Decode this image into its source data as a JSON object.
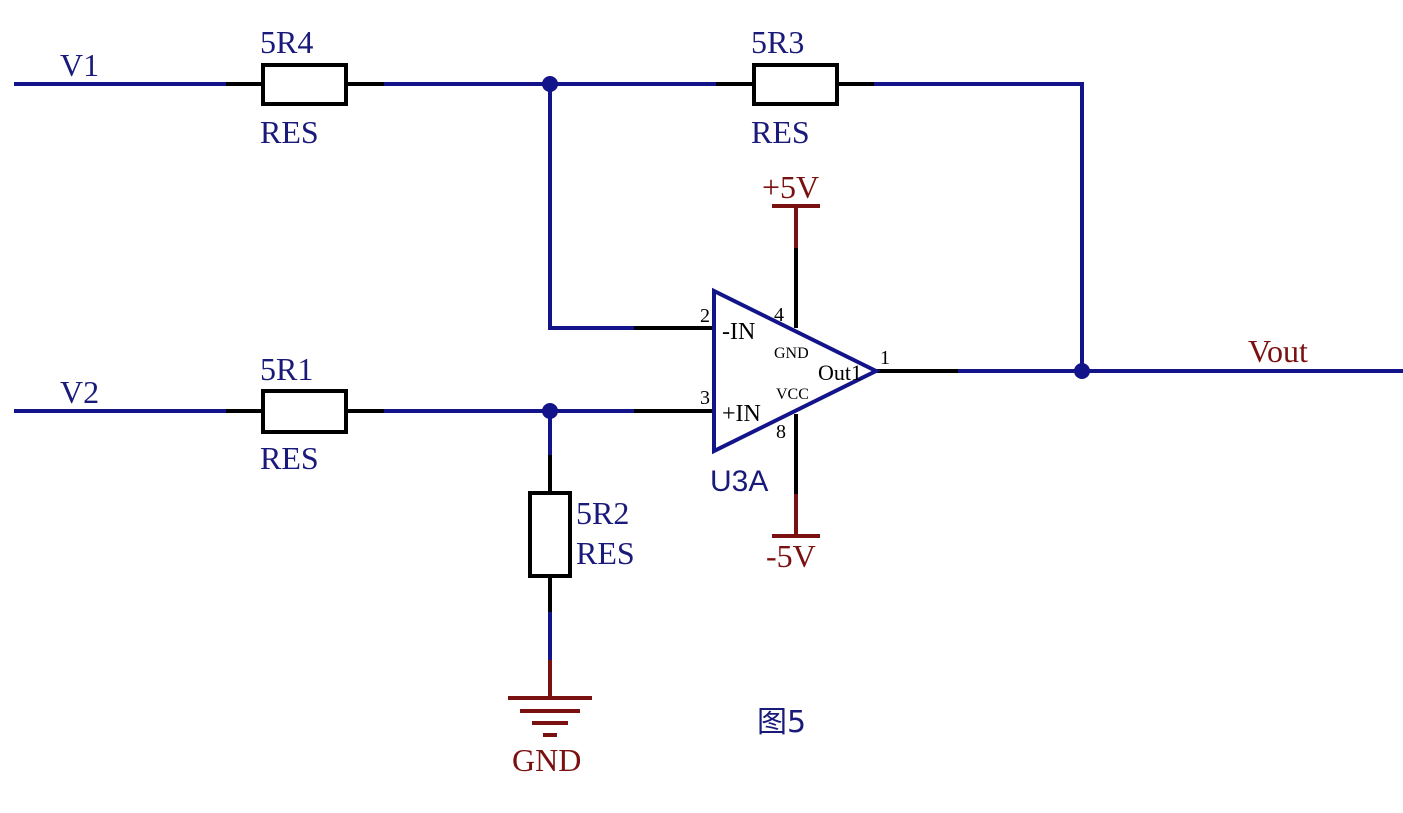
{
  "nets": {
    "v1": "V1",
    "v2": "V2",
    "vout": "Vout"
  },
  "resistors": [
    {
      "designator": "5R4",
      "value": "RES"
    },
    {
      "designator": "5R3",
      "value": "RES"
    },
    {
      "designator": "5R1",
      "value": "RES"
    },
    {
      "designator": "5R2",
      "value": "RES"
    }
  ],
  "opamp": {
    "designator": "U3A",
    "pins": {
      "inv": {
        "number": "2",
        "name": "-IN"
      },
      "noninv": {
        "number": "3",
        "name": "+IN"
      },
      "out": {
        "number": "1",
        "name": "Out1"
      },
      "v_top": {
        "number": "4",
        "name": "GND"
      },
      "v_bottom": {
        "number": "8",
        "name": "VCC"
      }
    }
  },
  "power": {
    "positive": "+5V",
    "negative": "-5V",
    "ground": "GND"
  },
  "caption": "图5",
  "colors": {
    "wire": "#14148a",
    "label": "#1a1a7a",
    "power": "#7a1010",
    "component": "#000000"
  }
}
